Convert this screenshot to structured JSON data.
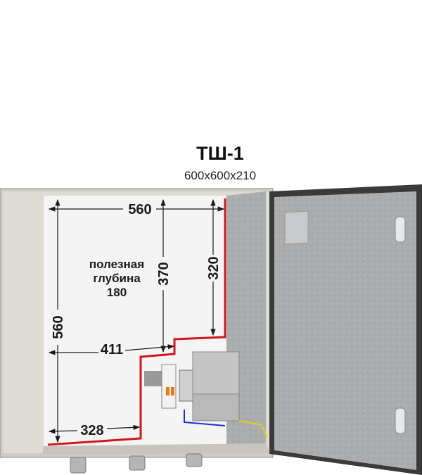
{
  "title": "ТШ-1",
  "dimensions": "600x600x210",
  "note": {
    "line1": "полезная",
    "line2": "глубина",
    "line3": "180"
  },
  "labels": {
    "width_top": "560",
    "height_left": "560",
    "height_mid": "370",
    "height_right": "320",
    "width_mid": "411",
    "width_bottom": "328"
  },
  "colors": {
    "usable_area_outline": "#d0161b",
    "body": "#d9d6d1",
    "galvanized": "#a9aaab"
  }
}
